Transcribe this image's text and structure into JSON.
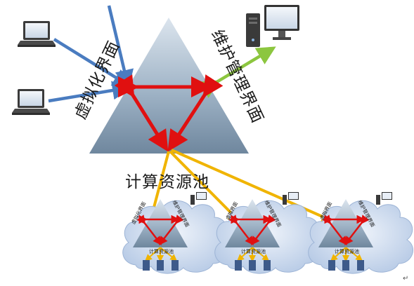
{
  "labels": {
    "virtualization_ui": "虚拟化界面",
    "maintenance_ui": "维护管理界面",
    "compute_pool": "计算资源池"
  },
  "clouds": [
    {
      "virtualization_ui": "虚拟化界面",
      "maintenance_ui": "维护管理界面",
      "compute_pool": "计算资源池"
    },
    {
      "virtualization_ui": "虚拟界面",
      "maintenance_ui": "维护管理界面",
      "compute_pool": "计算资源池"
    },
    {
      "virtualization_ui": "虚拟界面",
      "maintenance_ui": "维护管理界面",
      "compute_pool": "计算资源池"
    }
  ],
  "paragraph_mark": "↵",
  "colors": {
    "pyramid": "#7f97ad",
    "red_arrow": "#e01010",
    "blue_arrow": "#4a7cc0",
    "green_arrow": "#8cc63f",
    "yellow_arrow": "#f0b400",
    "cloud": "#c6d6ec"
  },
  "icons": [
    "laptop-icon",
    "laptop-icon",
    "desktop-computer-icon",
    "server-icon"
  ]
}
